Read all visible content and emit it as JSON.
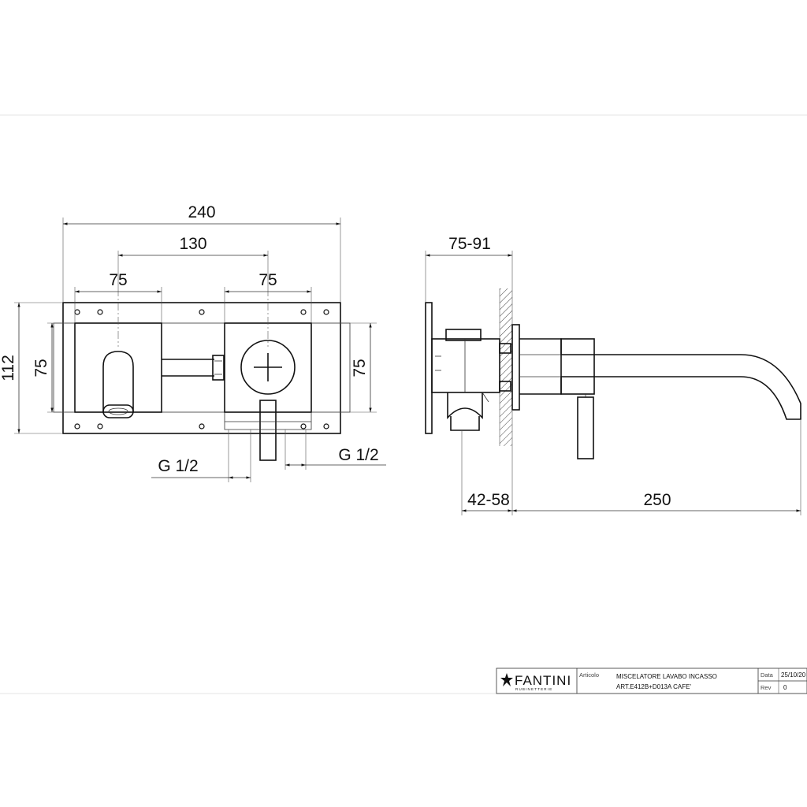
{
  "dimensions": {
    "front_overall_width": "240",
    "front_centers": "130",
    "front_left_square": "75",
    "front_right_square": "75",
    "front_overall_height": "112",
    "front_left_height": "75",
    "front_right_height": "75",
    "thread_left": "G 1/2",
    "thread_right": "G 1/2",
    "side_depth": "75-91",
    "side_wall": "42-58",
    "side_spout": "250"
  },
  "title_block": {
    "brand": "FANTINI",
    "brand_sub": "RUBINETTERIE",
    "article_label": "Articolo",
    "description": "MISCELATORE LAVABO INCASSO",
    "code": "ART.E412B+D013A CAFE'",
    "date_label": "Data",
    "date_value": "25/10/20",
    "rev_label": "Rev",
    "rev_value": "0"
  }
}
